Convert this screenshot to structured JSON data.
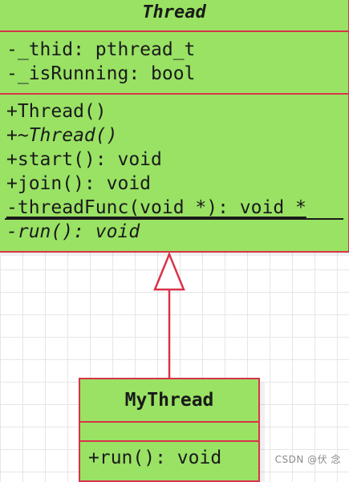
{
  "diagram": {
    "colors": {
      "class_fill": "#99e264",
      "class_border": "#d8334a",
      "text": "#1a1a1a",
      "grid": "#e6e6e6"
    },
    "thread_class": {
      "name": "Thread",
      "attributes": [
        "-_thid: pthread_t",
        "-_isRunning: bool"
      ],
      "operations": [
        "+Thread()",
        "+~Thread()",
        "+start(): void",
        "+join(): void",
        "-threadFunc(void *): void *",
        "-run(): void"
      ]
    },
    "mythread_class": {
      "name": "MyThread",
      "operations": [
        "+run(): void"
      ]
    },
    "relationship": "generalization"
  },
  "watermark": "CSDN @伏 念"
}
